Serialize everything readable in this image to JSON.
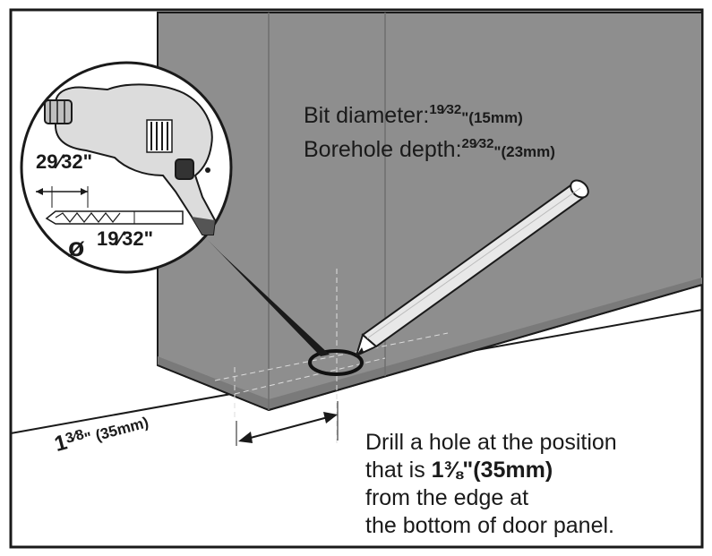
{
  "colors": {
    "panel": "#8e8e8e",
    "panel_edge": "#6e6e6e",
    "outline": "#1a1a1a",
    "background": "#ffffff"
  },
  "icons": [
    "drill-icon",
    "drill-bit-icon",
    "pencil-icon",
    "hole-marker-icon",
    "dimension-arrow-icon"
  ],
  "spec": {
    "bit_label": "Bit diameter:",
    "bit_fraction": "19⁄32",
    "bit_mm": "\"(15mm)",
    "depth_label": "Borehole depth:",
    "depth_fraction": "29⁄32",
    "depth_mm": "\"(23mm)"
  },
  "inset": {
    "depth_label": "29⁄32\"",
    "diameter_symbol": "ø",
    "diameter_label": "19⁄32\""
  },
  "dimension": {
    "label_whole": "1",
    "label_fraction": "3⁄8",
    "label_mm": "\" (35mm)"
  },
  "instruction": {
    "line1": "Drill a hole at the position",
    "line2_start": "that is ",
    "line2_bold": "1⅜\"(35mm)",
    "line3": "from the edge at",
    "line4": "the bottom of door panel."
  }
}
